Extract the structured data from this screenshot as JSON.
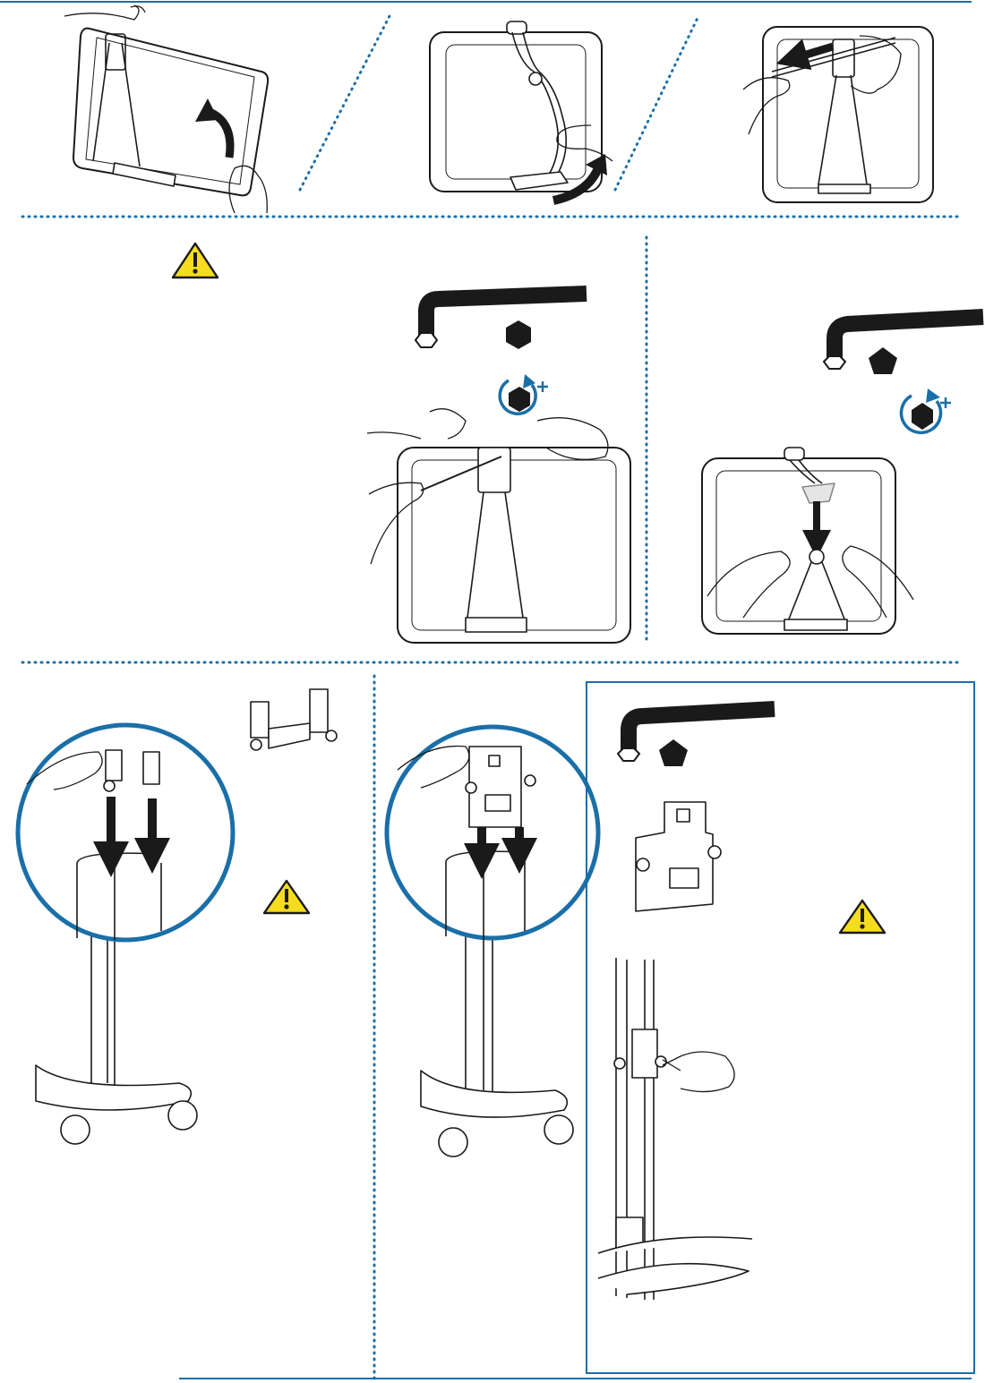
{
  "colors": {
    "accent_blue": "#1a6fa8",
    "line_black": "#1a1a1a",
    "warning_yellow": "#f5dc1e",
    "paper": "#ffffff"
  },
  "icons": {
    "warning": "warning-triangle-icon",
    "hex_key": "hex-key-icon",
    "hexagon": "hexagon-icon",
    "pentagon": "pentagon-icon",
    "rotate_tighten": "rotate-clockwise-plus-icon",
    "arrow": "arrow-icon"
  },
  "panels": [
    {
      "id": "step-1",
      "content": "monitor-tilt-to-hang-bracket"
    },
    {
      "id": "step-2",
      "content": "bend-wire-bracket-under-monitor"
    },
    {
      "id": "step-3",
      "content": "pull-strap-over-top"
    },
    {
      "id": "step-4",
      "content": "tighten-top-clamp-hex-key",
      "warning": true
    },
    {
      "id": "step-5",
      "content": "slide-clamp-down-tighten-pentagon-key"
    },
    {
      "id": "step-6",
      "content": "attach-small-bracket-to-cart-pole",
      "warning": true
    },
    {
      "id": "step-7",
      "content": "attach-large-bracket-to-cart-pole"
    },
    {
      "id": "step-7-detail",
      "content": "boxed-detail-tighten-bracket-on-pole",
      "warning": true
    }
  ],
  "text": {
    "page_note": ""
  }
}
